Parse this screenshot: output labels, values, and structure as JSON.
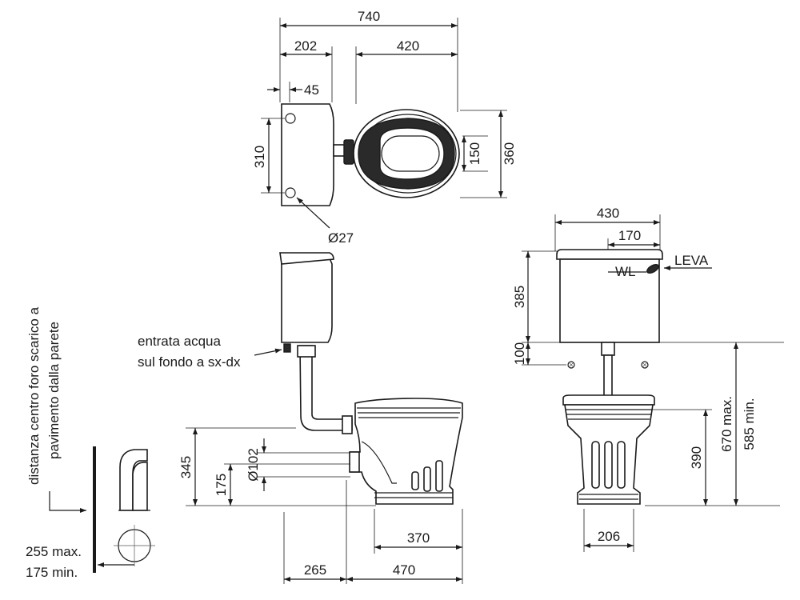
{
  "top_view": {
    "dim_total_length": "740",
    "dim_cistern_width": "202",
    "dim_bowl_length": "420",
    "dim_hole_offset": "45",
    "dim_hole_spacing": "310",
    "dim_seat_opening": "150",
    "dim_bowl_width": "360",
    "dim_hole_diameter": "Ø27"
  },
  "front_view": {
    "dim_cistern_width": "430",
    "dim_lever_offset": "170",
    "label_water_level": "WL",
    "label_lever": "LEVA",
    "dim_cistern_height": "385",
    "dim_fixing_offset": "100",
    "dim_max_height": "670 max.",
    "dim_min_height": "585 min.",
    "dim_bowl_height": "390",
    "dim_foot_width": "206"
  },
  "side_view": {
    "note_water_inlet_line1": "entrata acqua",
    "note_water_inlet_line2": "sul fondo a sx-dx",
    "dim_outlet_height": "345",
    "dim_outlet_center": "175",
    "dim_outlet_diameter": "Ø102",
    "dim_foot_length": "370",
    "dim_wall_to_outlet": "265",
    "dim_outlet_to_front": "470"
  },
  "wall_detail": {
    "note_vertical_line1": "distanza centro foro scarico a",
    "note_vertical_line2": "pavimento dalla parete",
    "dim_max": "255 max.",
    "dim_min": "175 min."
  }
}
